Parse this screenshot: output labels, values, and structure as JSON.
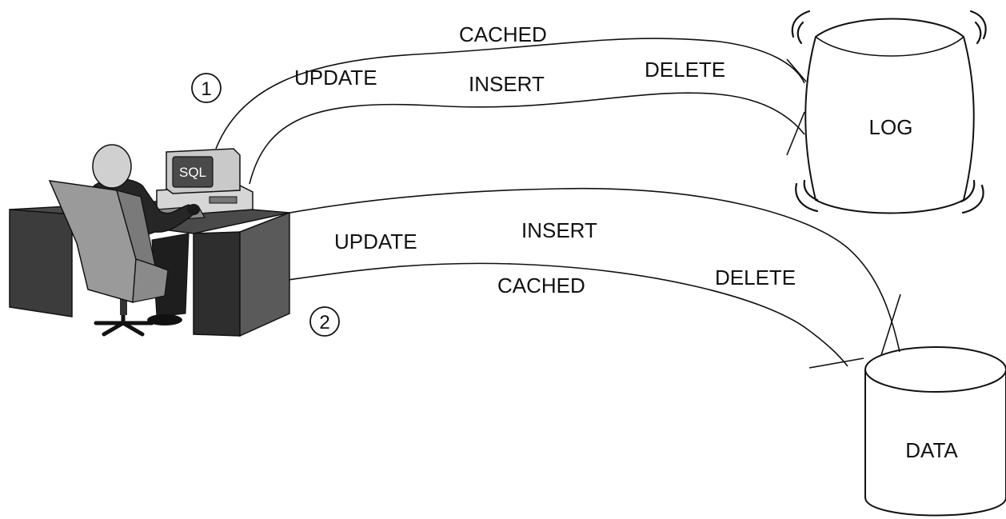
{
  "computer": {
    "screen_text": "SQL"
  },
  "markers": {
    "one": "1",
    "two": "2"
  },
  "log_path": {
    "labels": {
      "cached": "CACHED",
      "update": "UPDATE",
      "insert": "INSERT",
      "delete": "DELETE"
    }
  },
  "data_path": {
    "labels": {
      "update": "UPDATE",
      "insert": "INSERT",
      "cached": "CACHED",
      "delete": "DELETE"
    }
  },
  "databases": {
    "log": "LOG",
    "data": "DATA"
  }
}
